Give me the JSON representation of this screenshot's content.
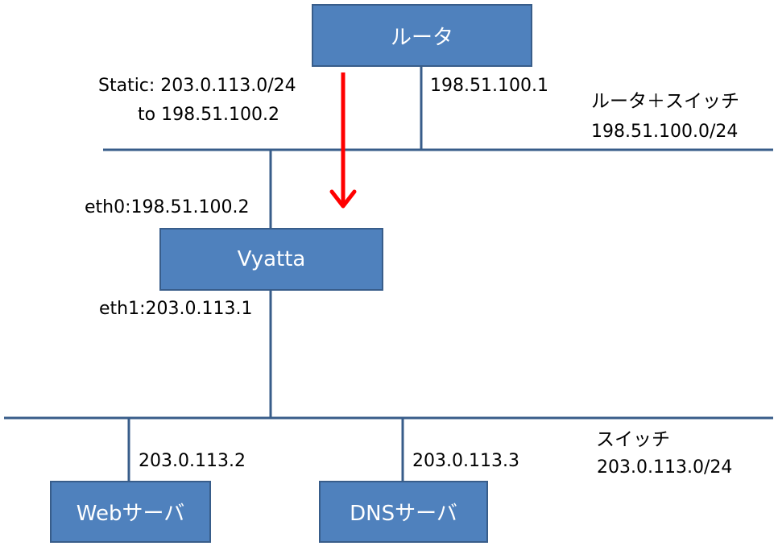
{
  "nodes": {
    "router": "ルータ",
    "vyatta": "Vyatta",
    "web_server": "Webサーバ",
    "dns_server": "DNSサーバ"
  },
  "labels": {
    "static_route_line1": "Static: 203.0.113.0/24",
    "static_route_line2": "to 198.51.100.2",
    "router_ip": "198.51.100.1",
    "vyatta_eth0": "eth0:198.51.100.2",
    "vyatta_eth1": "eth1:203.0.113.1",
    "web_ip": "203.0.113.2",
    "dns_ip": "203.0.113.3"
  },
  "networks": {
    "upper_name": "ルータ＋スイッチ",
    "upper_cidr": "198.51.100.0/24",
    "lower_name": "スイッチ",
    "lower_cidr": "203.0.113.0/24"
  },
  "colors": {
    "node_fill": "#4f81bd",
    "node_border": "#385d8a",
    "link_line": "#385d8a",
    "arrow": "#ff0000"
  }
}
